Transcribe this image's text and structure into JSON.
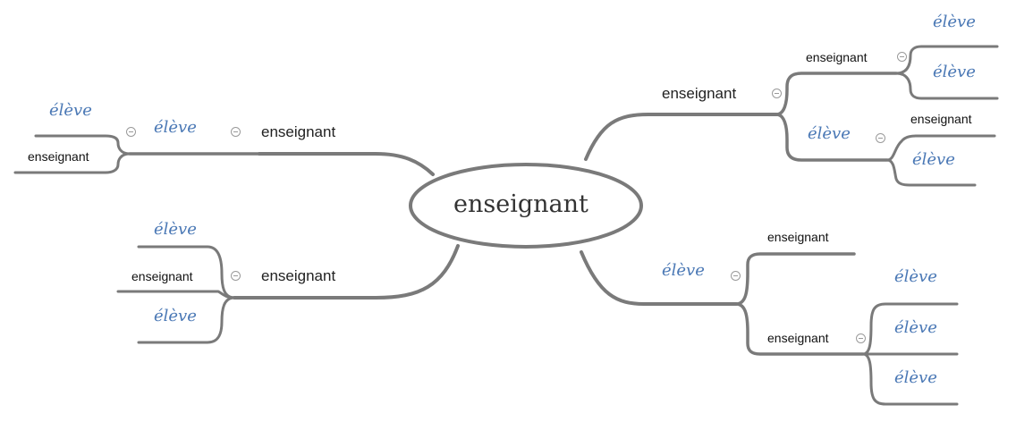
{
  "colors": {
    "line": "#7a7a7a",
    "eleve_text": "#4a78b5",
    "main_text": "#333333",
    "collapse_icon": "#9a9a9a"
  },
  "icons": {
    "collapse": "minus-circle-icon"
  },
  "mindmap": {
    "central": "enseignant",
    "top_right": {
      "label": "enseignant",
      "children": [
        {
          "label": "enseignant",
          "children": [
            "élève",
            "élève"
          ]
        },
        {
          "label": "élève",
          "children": [
            "enseignant",
            "élève"
          ]
        }
      ]
    },
    "bottom_right": {
      "label": "élève",
      "children": [
        {
          "label": "enseignant",
          "children": []
        },
        {
          "label": "enseignant",
          "children": [
            "élève",
            "élève",
            "élève"
          ]
        }
      ]
    },
    "top_left": {
      "label": "enseignant",
      "children": [
        {
          "label": "élève",
          "children": [
            "élève",
            "enseignant"
          ]
        }
      ]
    },
    "bottom_left": {
      "label": "enseignant",
      "children": [
        "élève",
        "enseignant",
        "élève"
      ]
    }
  }
}
